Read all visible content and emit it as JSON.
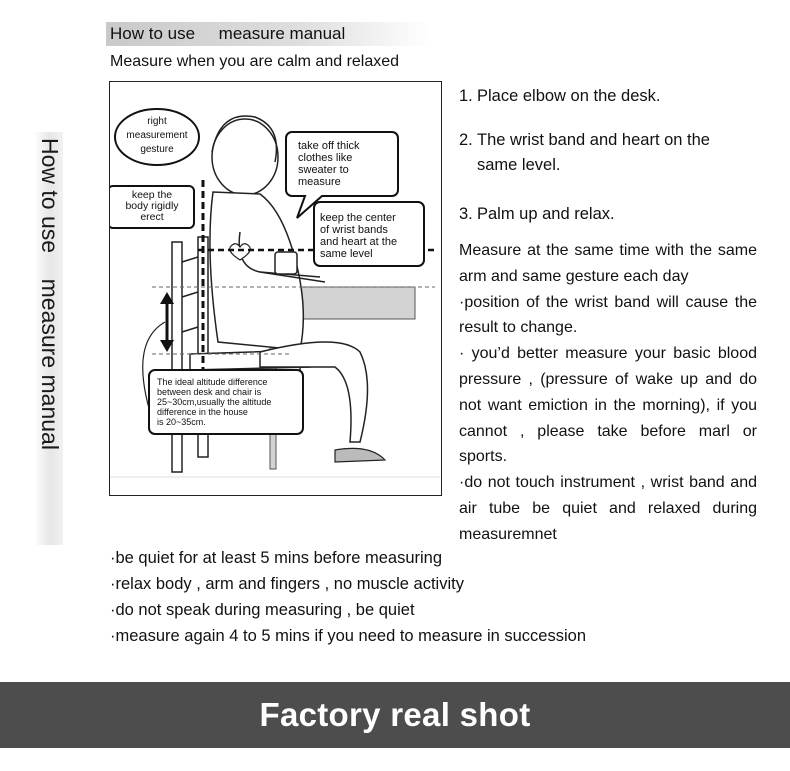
{
  "header": {
    "title_a": "How to use",
    "title_b": "measure manual",
    "subtitle": "Measure when you are calm and relaxed"
  },
  "side_label": {
    "part_a": "How to use",
    "part_b": "measure manual"
  },
  "illustration": {
    "bubble_posture": [
      "right",
      "measurement",
      "gesture"
    ],
    "bubble_clothes": [
      "take  off  thick",
      "clothes  like",
      "sweater to",
      "measure"
    ],
    "bubble_body": [
      "keep the",
      "body rigidly",
      "erect"
    ],
    "bubble_center": [
      "keep the center",
      "of wrist bands",
      "and heart at the",
      "same level"
    ],
    "bubble_altitude": [
      "The ideal altitude difference",
      "between desk and chair is",
      "25~30cm,usually the altitude",
      "difference in the house",
      "is 20~35cm."
    ]
  },
  "steps": [
    {
      "num": "1.",
      "text": "Place elbow on the desk.",
      "cont": ""
    },
    {
      "num": "2.",
      "text": "The wrist band and heart on the",
      "cont": "same level."
    },
    {
      "num": "3.",
      "text": "Palm up and relax.",
      "cont": ""
    }
  ],
  "notes": [
    "Measure at the same time with the same arm and same gesture each day",
    "·position of the wrist band will cause the result to change.",
    "· you’d better measure your basic blood pressure , (pressure of wake up and do not want emiction in the morning), if you cannot , please take before marl or sports.",
    "·do not touch instrument , wrist band and air tube be quiet and relaxed during measuremnet"
  ],
  "tips": [
    "·be quiet for at least 5 mins before measuring",
    "·relax body , arm and fingers , no muscle activity",
    "·do not speak during measuring , be quiet",
    "·measure again 4 to 5 mins if you need to measure in succession"
  ],
  "footer": {
    "title": "Factory real shot",
    "background": "#4d4d4d"
  }
}
